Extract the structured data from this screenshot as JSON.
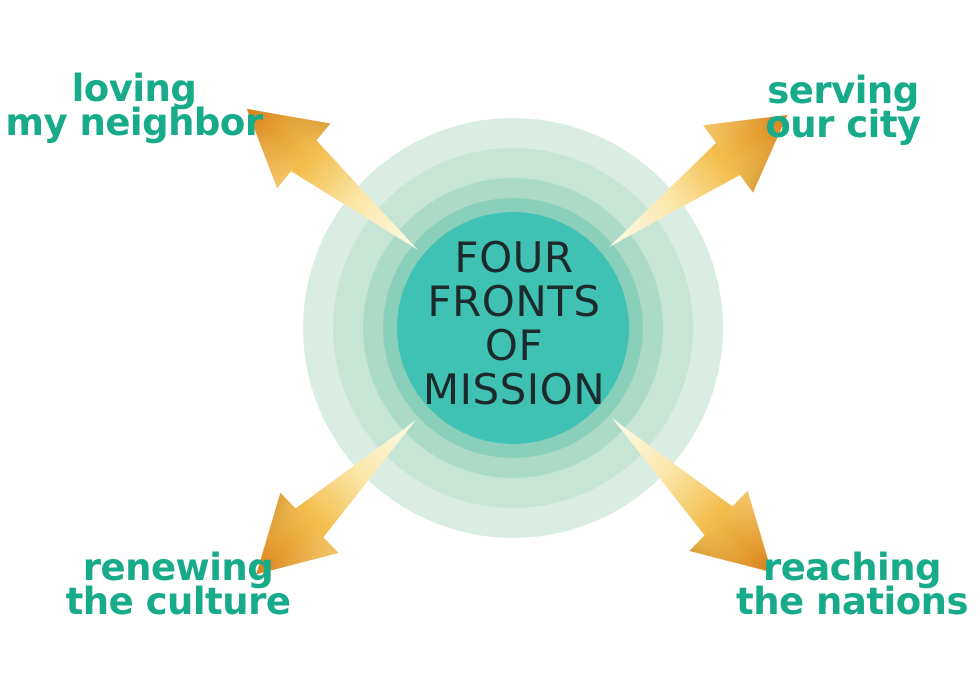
{
  "center": {
    "lines": [
      "FOUR",
      "FRONTS",
      "OF",
      "MISSION"
    ]
  },
  "fronts": {
    "top_left": {
      "lines": [
        "loving",
        "my neighbor"
      ]
    },
    "top_right": {
      "lines": [
        "serving",
        "our city"
      ]
    },
    "bottom_left": {
      "lines": [
        "renewing",
        "the culture"
      ]
    },
    "bottom_right": {
      "lines": [
        "reaching",
        "the nations"
      ]
    }
  },
  "colors": {
    "label_text": "#18ab8a",
    "center_text": "#1d2a2b",
    "ring_outer": "#d7ece2",
    "ring_2": "#c4e4d2",
    "ring_3": "#a9dac4",
    "ring_4": "#86cdb7",
    "core": "#3ec1b3",
    "arrow_dark": "#d9801c",
    "arrow_mid": "#f2b84a",
    "arrow_light": "#fffbea"
  }
}
